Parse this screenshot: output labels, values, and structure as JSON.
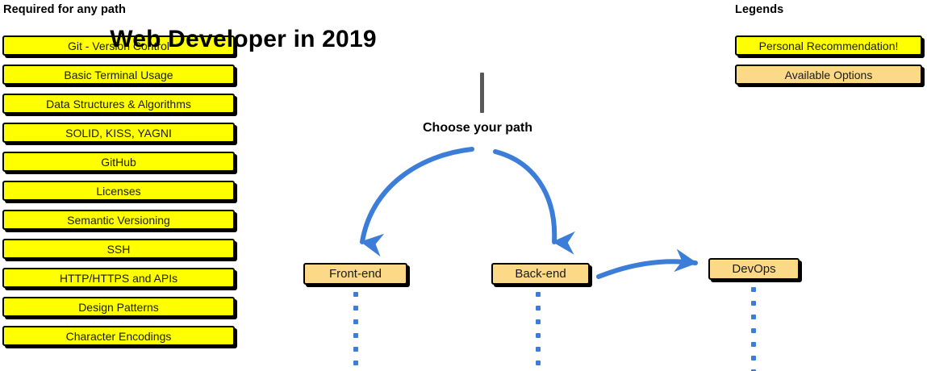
{
  "diagram": {
    "title": "Web Developer in 2019",
    "trunk_label": "Choose your path",
    "accent_blue": "#3b7dd8",
    "trunk_gray": "#595959",
    "yellow": "#ffff00",
    "orange": "#fcd986"
  },
  "required": {
    "heading": "Required for any path",
    "items": [
      {
        "label": "Git - Version Control"
      },
      {
        "label": "Basic Terminal Usage"
      },
      {
        "label": "Data Structures & Algorithms"
      },
      {
        "label": "SOLID, KISS, YAGNI"
      },
      {
        "label": "GitHub"
      },
      {
        "label": "Licenses"
      },
      {
        "label": "Semantic Versioning"
      },
      {
        "label": "SSH"
      },
      {
        "label": "HTTP/HTTPS and APIs"
      },
      {
        "label": "Design Patterns"
      },
      {
        "label": "Character Encodings"
      }
    ]
  },
  "paths": {
    "nodes": [
      {
        "label": "Front-end",
        "dots": 6
      },
      {
        "label": "Back-end",
        "dots": 6
      },
      {
        "label": "DevOps",
        "dots": 7
      }
    ]
  },
  "legends": {
    "heading": "Legends",
    "items": [
      {
        "label": "Personal Recommendation!",
        "kind": "recommendation"
      },
      {
        "label": "Available Options",
        "kind": "available"
      }
    ]
  }
}
